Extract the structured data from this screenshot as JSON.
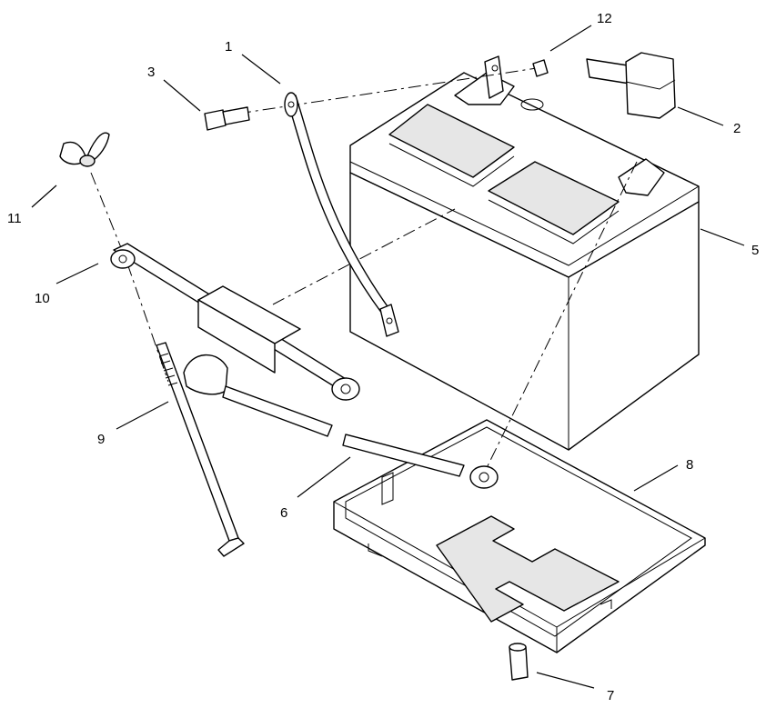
{
  "callouts": [
    {
      "id": "1",
      "text": "1"
    },
    {
      "id": "2",
      "text": "2"
    },
    {
      "id": "3",
      "text": "3"
    },
    {
      "id": "5",
      "text": "5"
    },
    {
      "id": "6",
      "text": "6"
    },
    {
      "id": "7",
      "text": "7"
    },
    {
      "id": "8",
      "text": "8"
    },
    {
      "id": "9",
      "text": "9"
    },
    {
      "id": "10",
      "text": "10"
    },
    {
      "id": "11",
      "text": "11"
    },
    {
      "id": "12",
      "text": "12"
    }
  ]
}
